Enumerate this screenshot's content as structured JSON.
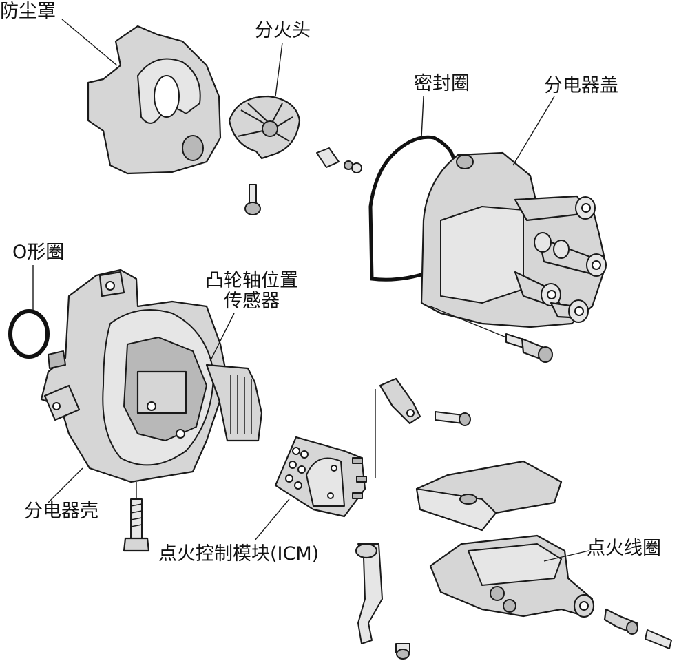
{
  "labels": {
    "dust_cover": "防尘罩",
    "rotor": "分火头",
    "seal": "密封圈",
    "distributor_cap": "分电器盖",
    "o_ring": "O形圈",
    "cam_sensor_line1": "凸轮轴位置",
    "cam_sensor_line2": "传感器",
    "distributor_housing": "分电器壳",
    "icm": "点火控制模块(ICM)",
    "ignition_coil": "点火线圈"
  }
}
